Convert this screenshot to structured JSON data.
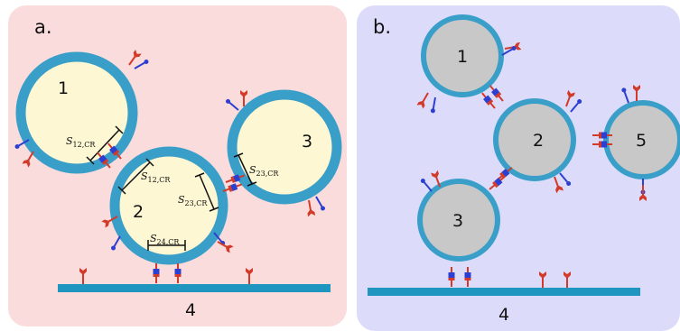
{
  "colors": {
    "panel_a_bg": "#fadcdc",
    "panel_b_bg": "#dcdcfa",
    "membrane": "#3a9fc8",
    "vesicle_fill_a": "#fdf7d3",
    "vesicle_fill_b": "#c8c8c8",
    "receptor_red": "#d23a2a",
    "receptor_blue": "#2d3fd0",
    "substrate": "#1e96c0"
  },
  "panel_a": {
    "label": "a.",
    "vesicles": [
      {
        "label": "1"
      },
      {
        "label": "2"
      },
      {
        "label": "3"
      }
    ],
    "substrate_label": "4",
    "contact_labels": [
      {
        "base": "S",
        "sub": "12,CR"
      },
      {
        "base": "S",
        "sub": "12,CR"
      },
      {
        "base": "S",
        "sub": "23,CR"
      },
      {
        "base": "S",
        "sub": "23,CR"
      },
      {
        "base": "S",
        "sub": "24,CR"
      }
    ]
  },
  "panel_b": {
    "label": "b.",
    "vesicles": [
      {
        "label": "1"
      },
      {
        "label": "2"
      },
      {
        "label": "3"
      },
      {
        "label": "5"
      }
    ],
    "substrate_label": "4"
  }
}
